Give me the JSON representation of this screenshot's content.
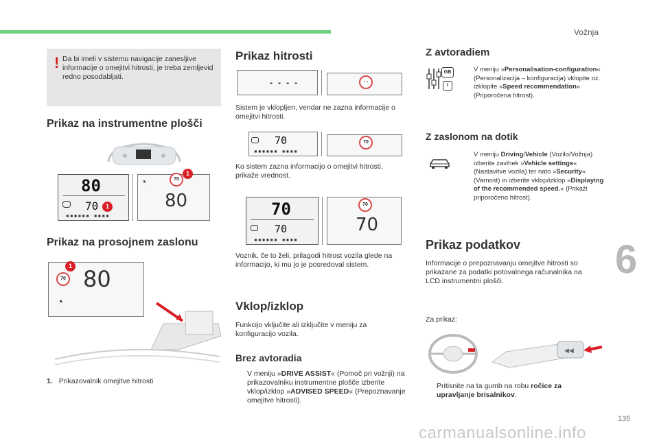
{
  "header": {
    "chapter_label": "Vožnja",
    "chapter_number": "6",
    "page_number": "135",
    "watermark": "carmanualsonline.info"
  },
  "warning": {
    "mark": "!",
    "text": "Da bi imeli v sistemu navigacije zanesljive informacije o omejitvi hitrosti, je treba zemljevid redno posodabljati."
  },
  "col1": {
    "heading_instrument": "Prikaz na instrumentne plošči",
    "heading_hud": "Prikaz na prosojnem zaslonu",
    "instrument_display": {
      "segment_value": "80",
      "small_value": "70",
      "big_value": "80",
      "sign_value": "70",
      "badge": "1"
    },
    "hud_display": {
      "big_value": "80",
      "sign_value": "70",
      "badge": "1"
    },
    "legend_number": "1.",
    "legend_text": "Prikazovalnik omejitve hitrosti"
  },
  "col2": {
    "heading_speed": "Prikaz hitrosti",
    "fig1": {
      "left_value": "- - - -",
      "sign_value": "- -"
    },
    "para1": "Sistem je vklopljen, vendar ne zazna informacije o omejitvi hitrosti.",
    "fig2": {
      "left_value": "70",
      "sign_value": "70"
    },
    "para2": "Ko sistem zazna informacijo o omejitvi hitrosti, prikaže vrednost.",
    "fig3": {
      "segment_value": "70",
      "small_value": "70",
      "sign_value": "70",
      "big_value": "70"
    },
    "para3": "Voznik, če to želi, prilagodi hitrost vozila glede na informacijo, ki mu jo je posredoval sistem.",
    "heading_toggle": "Vklop/izklop",
    "para4": "Funkcijo vključite ali izključite v meniju za konfiguracijo vozila.",
    "heading_no_radio": "Brez avtoradia",
    "bullet": "",
    "no_radio_text": {
      "t1": "V meniju »",
      "b1": "DRIVE ASSIST",
      "t2": "« (Pomoč pri vožnji) na prikazovalniku instrumentne plošče izberite vklop/izklop »",
      "b2": "ADVISED SPEED",
      "t3": "« (Prepoznavanje omejitve hitrosti)."
    }
  },
  "col3": {
    "heading_radio": "Z avtoradiem",
    "radio_badge": "GB",
    "radio_badge2": "I",
    "radio_text": {
      "t1": "V meniju »",
      "b1": "Personalisation-configuration",
      "t2": "« (Personalizacija – konfiguracija) vklopite oz. izklopite »",
      "b2": "Speed recommendation",
      "t3": "« (Priporočena hitrost)."
    },
    "heading_touch": "Z zaslonom na dotik",
    "touch_text": {
      "t1": "V meniju ",
      "b1": "Driving",
      "t2": "/",
      "b2": "Vehicle",
      "t3": " (Vozilo/Vožnja) izberite zavihek »",
      "b3": "Vehicle settings",
      "t4": "« (Nastavitve vozila) ter nato »",
      "b4": "Security",
      "t5": "« (Varnost) in izberite vklop/izklop »",
      "b5": "Displaying of the recommended speed.",
      "t6": "« (Prikaži priporočeno hitrost)."
    },
    "heading_data": "Prikaz podatkov",
    "para_data": "Informacije o prepoznavanju omejitve hitrosti so prikazane za podatki potovalnega računalnika na LCD instrumentni plošči.",
    "para_for": "Za prikaz:",
    "press_text": {
      "t1": "Pritisnite na ta gumb na robu ",
      "b1": "ročice za upravljanje brisalnikov",
      "t2": "."
    }
  }
}
